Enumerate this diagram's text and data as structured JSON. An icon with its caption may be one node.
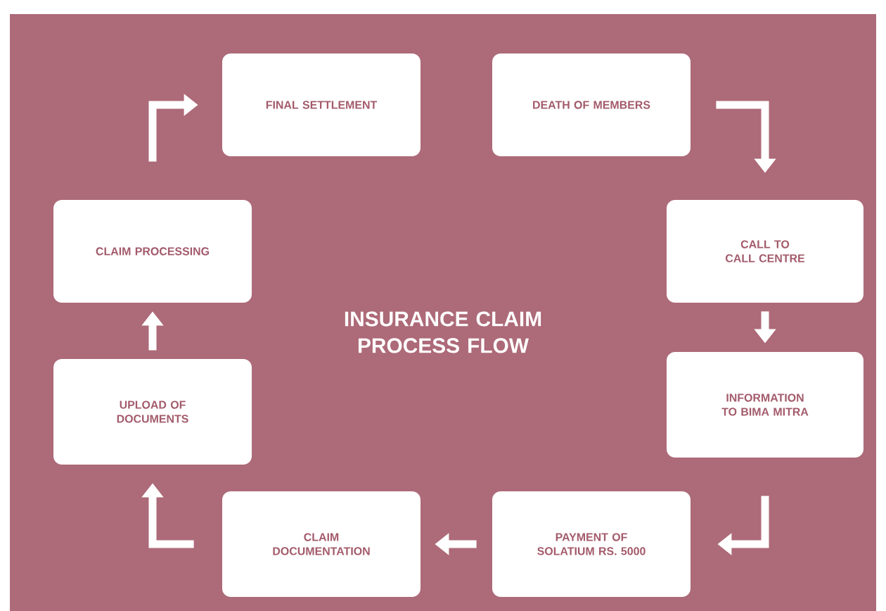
{
  "diagram": {
    "title": "INSURANCE CLAIM PROCESS FLOW",
    "nodes": [
      {
        "text": [
          "DEATH OF MEMBERS"
        ]
      },
      {
        "text": [
          "CALL TO CALL CENTRE"
        ]
      },
      {
        "text": [
          "INFORMATION TO BIMA MITRA"
        ]
      },
      {
        "text": [
          "PAYMENT OF SOLATIUM RS. 5000"
        ]
      },
      {
        "text": [
          "CLAIM DOCUMENTATION"
        ]
      },
      {
        "text": [
          "UPLOAD OF DOCUMENTS"
        ]
      },
      {
        "text": [
          "CLAIM PROCESSING"
        ]
      },
      {
        "text": [
          "FINAL SETTLEMENT"
        ]
      }
    ],
    "edges": [
      {
        "from": 0,
        "to": 1,
        "arrow": "to"
      },
      {
        "from": 1,
        "to": 2,
        "arrow": "to"
      },
      {
        "from": 2,
        "to": 3,
        "arrow": "to"
      },
      {
        "from": 3,
        "to": 4,
        "arrow": "to"
      },
      {
        "from": 4,
        "to": 5,
        "arrow": "to"
      },
      {
        "from": 5,
        "to": 6,
        "arrow": "to"
      },
      {
        "from": 6,
        "to": 7,
        "arrow": "to"
      }
    ]
  }
}
